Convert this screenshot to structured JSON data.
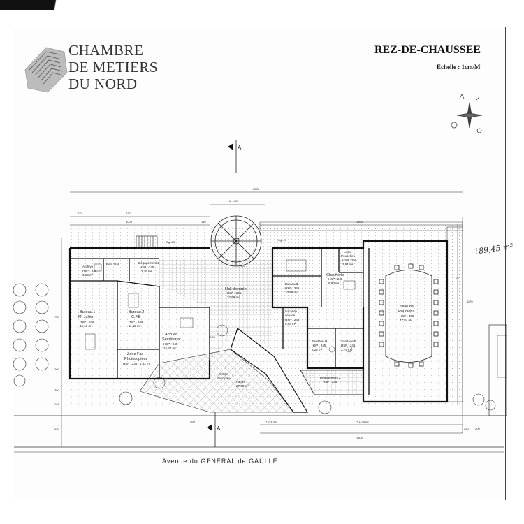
{
  "header": {
    "org_line1": "CHAMBRE",
    "org_line2": "DE METIERS",
    "org_line3": "DU NORD",
    "title": "REZ-DE-CHAUSSEE",
    "scale": "Echelle : 1cm/M"
  },
  "street": "Avenue du GENERAL de GAULLE",
  "handwritten_note": "189,45 m²",
  "section_marker": "A",
  "rooms": {
    "archive": {
      "name": "Archive",
      "sub": "HSP : 245",
      "area": "3,13 m²"
    },
    "dgt1": {
      "name": "Dégagement 1",
      "sub": "HSP : 245",
      "area": "3,26 m²"
    },
    "wc_text": "Petit Stot",
    "bureau1": {
      "name": "Bureau 1",
      "name2": "M. Jullien",
      "sub": "HSP : 245",
      "area": "15,16 m²"
    },
    "bureau2": {
      "name": "Bureau 2",
      "name2": "C.F.E",
      "sub": "HSP : 245",
      "area": "11,15 m²"
    },
    "accueil": {
      "name": "Accueil",
      "name2": "Secrétariat",
      "sub": "HSP : 245",
      "area": "16,67 m²"
    },
    "fax": {
      "name": "Zone Fax",
      "name2": "Photocopieur",
      "sub": "HSP : 245",
      "area": "4,32 m²"
    },
    "hall": {
      "name": "Hall d'entrée",
      "sub": "HSP : 245",
      "area": "32,69 m²"
    },
    "bureau3": {
      "name": "Bureau 3",
      "sub": "HSP : 245",
      "area": "10,99 m²"
    },
    "chaufferie": {
      "name": "Chaufferie",
      "sub": "HSP : 245",
      "area": "6,90 m²"
    },
    "poubelles": {
      "name": "Local",
      "name2": "Poubelles",
      "sub": "HSP : 250",
      "area": "3,91 m²"
    },
    "service": {
      "name": "Local de",
      "name2": "service",
      "sub": "HSP : 245",
      "area": "6,54 m²"
    },
    "sanit_h": {
      "name": "Sanitaire H.",
      "sub": "HSP : 245",
      "area": "5,25 m²"
    },
    "sanit_f": {
      "name": "Sanitaire F.",
      "sub": "HSP : 245",
      "area": "2,75 m²"
    },
    "dgt2": {
      "name": "Dégagement 2",
      "sub": "HSP : 245",
      "area": ""
    },
    "reunion": {
      "name": "Salle de",
      "name2": "Réunions",
      "sub": "HSP : 360",
      "area": "47,84 m²"
    },
    "entree": {
      "name": "Entrée",
      "name2": "Principale"
    },
    "parvis": {
      "name": "Parvis",
      "area": "27,68 m²"
    }
  },
  "dimensions": {
    "total": "2585",
    "d100": "100",
    "d622": "622",
    "d1009": "1009",
    "d140": "140",
    "stair": "Ø : 400",
    "d1305": "1305",
    "d1305b": "1305",
    "d2785": "+ 278,94",
    "d1144": "+ 1144,06",
    "d220": "220",
    "d400": "400",
    "d250": "250",
    "d200": "200",
    "d1170": "1170",
    "d300": "300",
    "d200b": "200",
    "d188": "188",
    "d750": "750",
    "d570": "570",
    "d190": "190",
    "d250b": "250",
    "dgt2_code": "Dgt-13",
    "dgt_code2": "Dgt-13",
    "h100": "+100",
    "h000": "+0,00",
    "note_dg": "Dgt-13"
  },
  "colors": {
    "line": "#222222",
    "hatch": "#555555",
    "paper": "#fdfdfd"
  }
}
